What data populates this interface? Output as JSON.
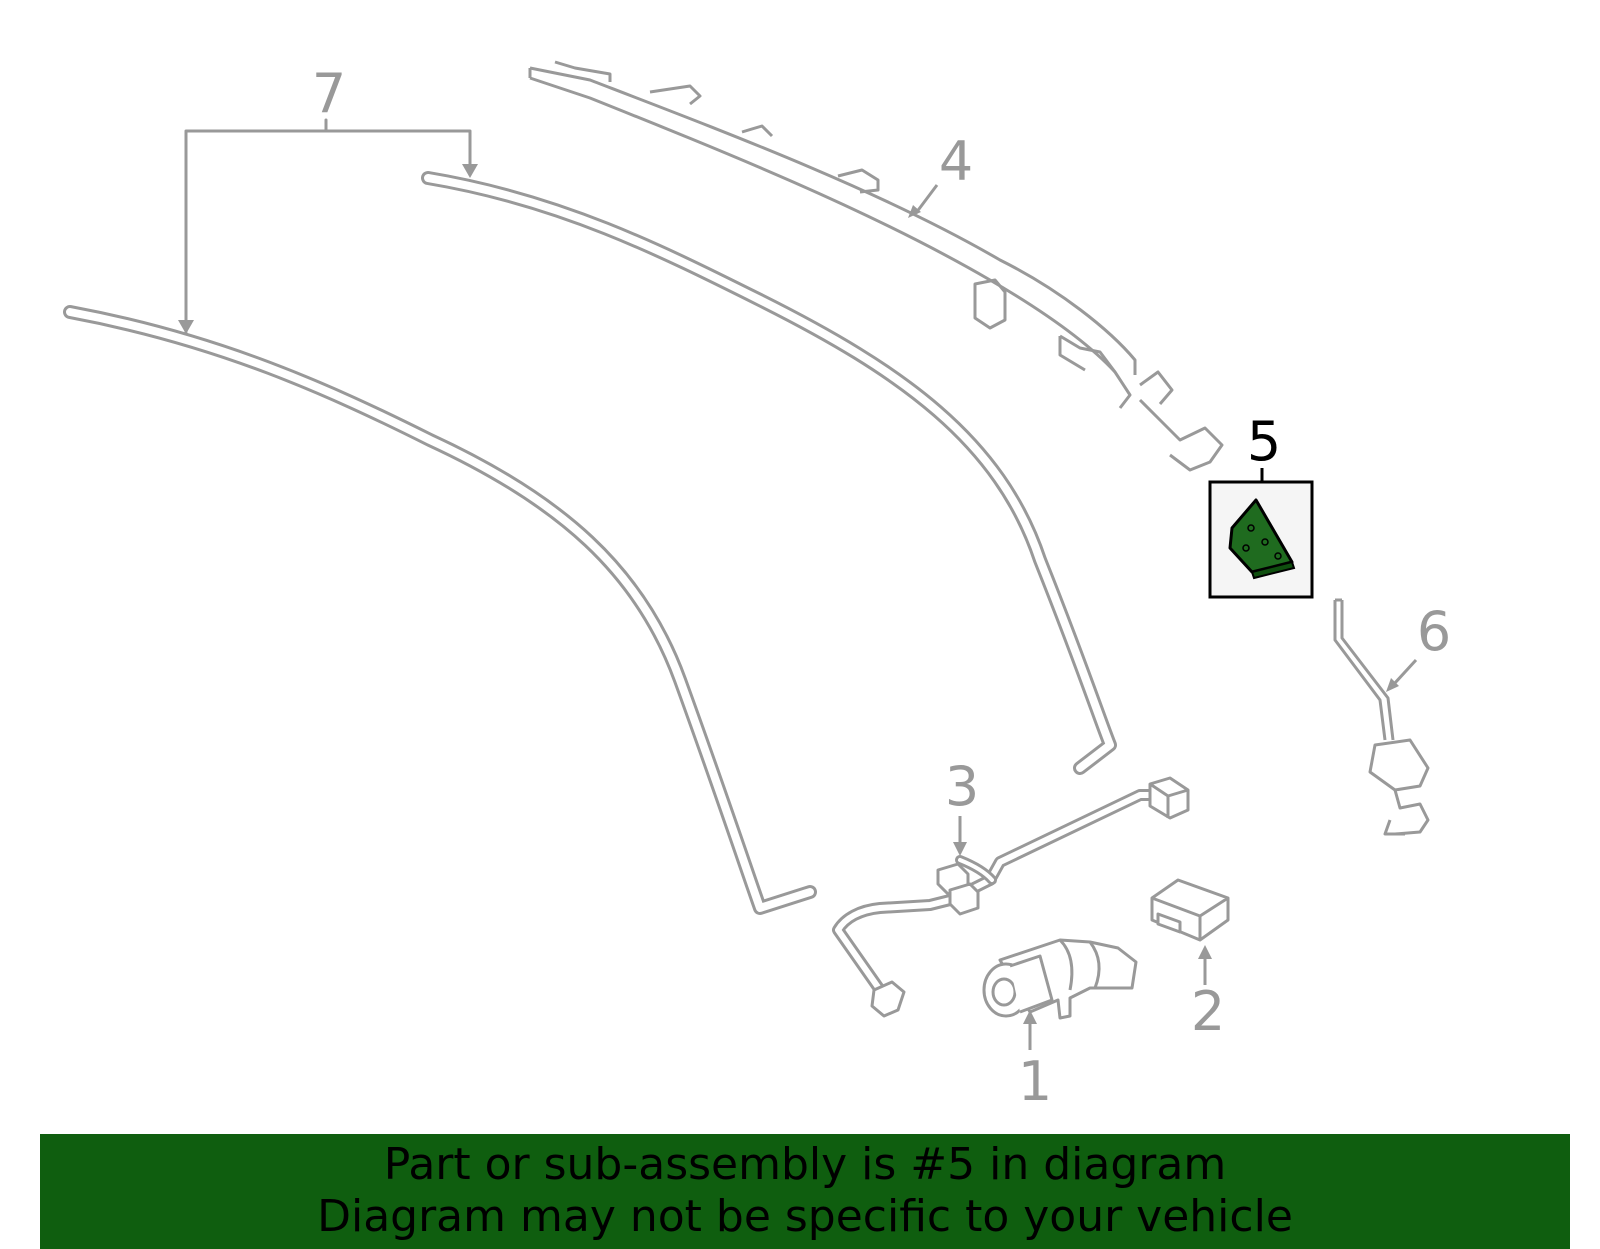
{
  "callouts": {
    "c1": "1",
    "c2": "2",
    "c3": "3",
    "c4": "4",
    "c5": "5",
    "c6": "6",
    "c7": "7"
  },
  "highlighted_part": "5",
  "colors": {
    "line": "#999999",
    "highlight_fill": "#1f6b1f",
    "banner_bg": "#0f5e0f",
    "highlight_box_bg": "#f5f5f5"
  },
  "banner": {
    "line1": "Part or sub-assembly is #5 in diagram",
    "line2": "Diagram may not be specific to your vehicle"
  }
}
